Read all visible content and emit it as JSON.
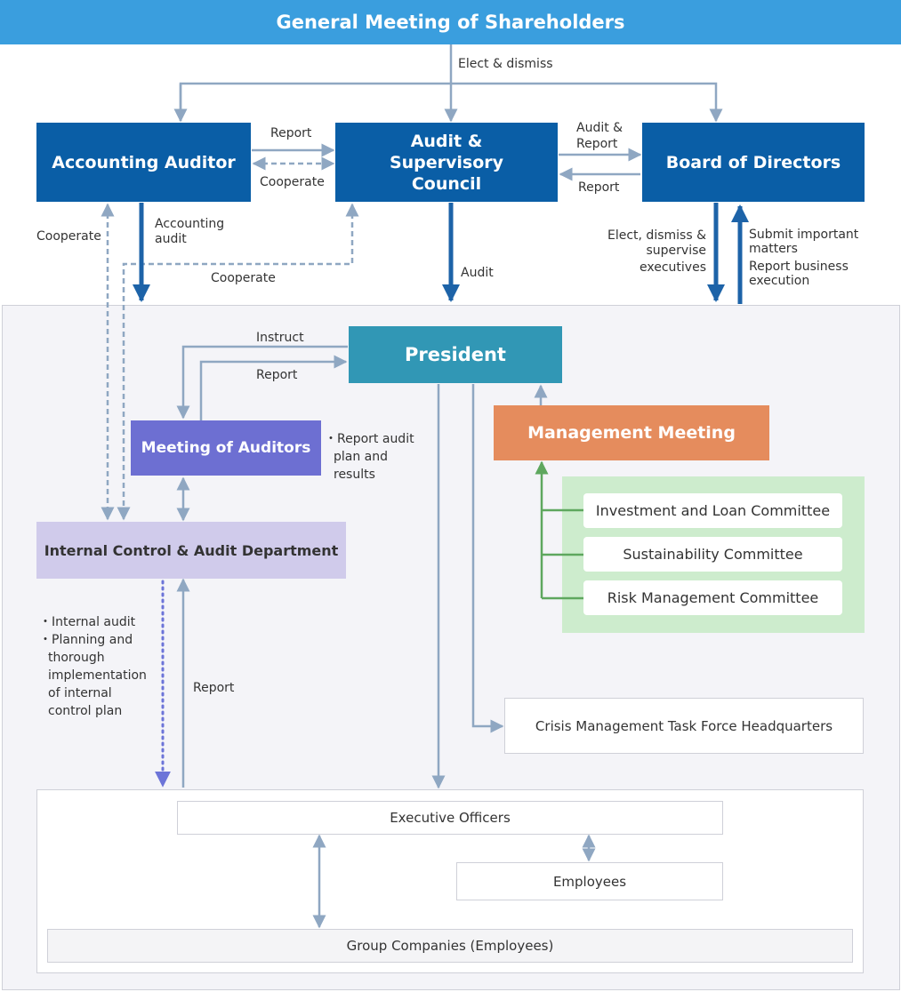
{
  "colors": {
    "banner": "#3a9ede",
    "navy": "#0a5ea6",
    "president": "#3197b5",
    "auditors_meeting": "#6d6fd2",
    "internal_control": "#d0cbeb",
    "management_meeting": "#e58c5d",
    "committee_panel": "#cdeccd",
    "arrow_gray": "#8fa7c2",
    "arrow_navy": "#1d63a8",
    "arrow_green": "#5ea75e",
    "arrow_dotted": "#6c74d8"
  },
  "header": {
    "title": "General Meeting of Shareholders"
  },
  "boxes": {
    "accounting_auditor": "Accounting Auditor",
    "audit_council": "Audit & Supervisory Council",
    "board": "Board of Directors",
    "president": "President",
    "meeting_auditors": "Meeting of Auditors",
    "internal_control": "Internal Control & Audit Department",
    "management_meeting": "Management Meeting",
    "investment_committee": "Investment and Loan Committee",
    "sustainability_committee": "Sustainability Committee",
    "risk_committee": "Risk Management Committee",
    "crisis_task_force": "Crisis Management Task Force Headquarters",
    "executive_officers": "Executive Officers",
    "employees": "Employees",
    "group_companies": "Group Companies (Employees)"
  },
  "labels": {
    "elect_dismiss": "Elect & dismiss",
    "report_top": "Report",
    "cooperate_mid": "Cooperate",
    "audit_report_line1": "Audit &",
    "audit_report_line2": "Report",
    "report_board": "Report",
    "cooperate_left": "Cooperate",
    "accounting_audit_line1": "Accounting",
    "accounting_audit_line2": "audit",
    "cooperate_lower": "Cooperate",
    "audit": "Audit",
    "elect_supervise_line1": "Elect, dismiss &",
    "elect_supervise_line2": "supervise",
    "elect_supervise_line3": "executives",
    "submit_line1": "Submit important",
    "submit_line2": "matters",
    "report_exec_line1": "Report business",
    "report_exec_line2": "execution",
    "instruct": "Instruct",
    "report_president": "Report",
    "report_audit_line1": "・Report audit",
    "report_audit_line2": "plan and",
    "report_audit_line3": "results",
    "internal_audit_line1": "・Internal audit",
    "internal_audit_line2": "・Planning and",
    "internal_audit_line3": "thorough",
    "internal_audit_line4": "implementation",
    "internal_audit_line5": "of internal",
    "internal_audit_line6": "control plan",
    "report_internal": "Report"
  }
}
